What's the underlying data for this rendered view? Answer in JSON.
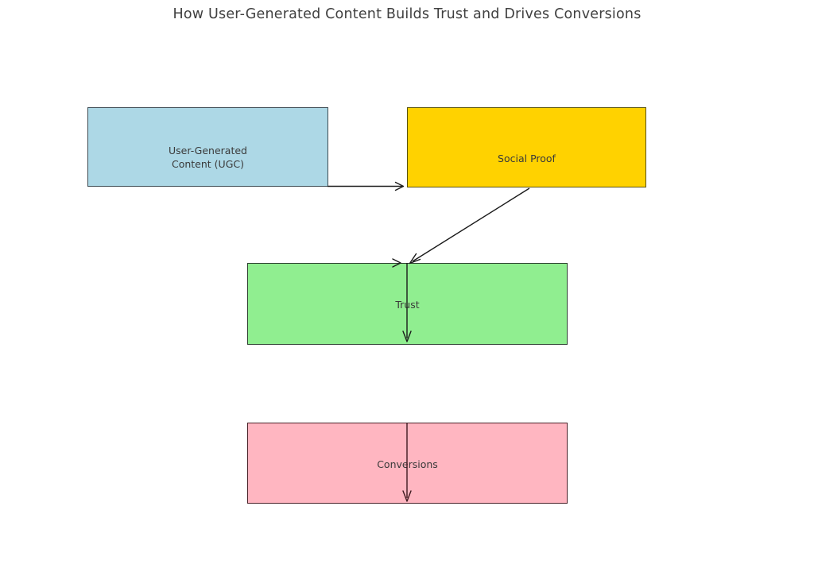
{
  "diagram": {
    "title": "How User-Generated Content Builds Trust and Drives Conversions",
    "nodes": [
      {
        "id": "ugc",
        "label": "User-Generated\nContent (UGC)",
        "line1": "User-Generated",
        "line2": "Content (UGC)",
        "fill": "#ADD8E6",
        "border": "#3c4a52"
      },
      {
        "id": "social_proof",
        "label": "Social Proof",
        "fill": "#FFD200",
        "border": "#5a5208"
      },
      {
        "id": "trust",
        "label": "Trust",
        "fill": "#90EE90",
        "border": "#2d4030"
      },
      {
        "id": "conversions",
        "label": "Conversions",
        "fill": "#FFB6C1",
        "border": "#4a2128"
      }
    ],
    "edges": [
      {
        "id": "ugc-to-social-proof",
        "from": "ugc",
        "to": "social_proof",
        "style": "horizontal-arrow"
      },
      {
        "id": "social-proof-to-trust",
        "from": "social_proof",
        "to": "trust",
        "style": "diagonal-arrow"
      },
      {
        "id": "into-trust",
        "from": "ugc",
        "to": "trust",
        "style": "vertical-arrow"
      },
      {
        "id": "trust-to-conversions",
        "from": "trust",
        "to": "conversions",
        "style": "vertical-arrow"
      }
    ],
    "background": "#FFFFFF",
    "title_color": "#404040",
    "text_color": "#3a3a3a"
  }
}
